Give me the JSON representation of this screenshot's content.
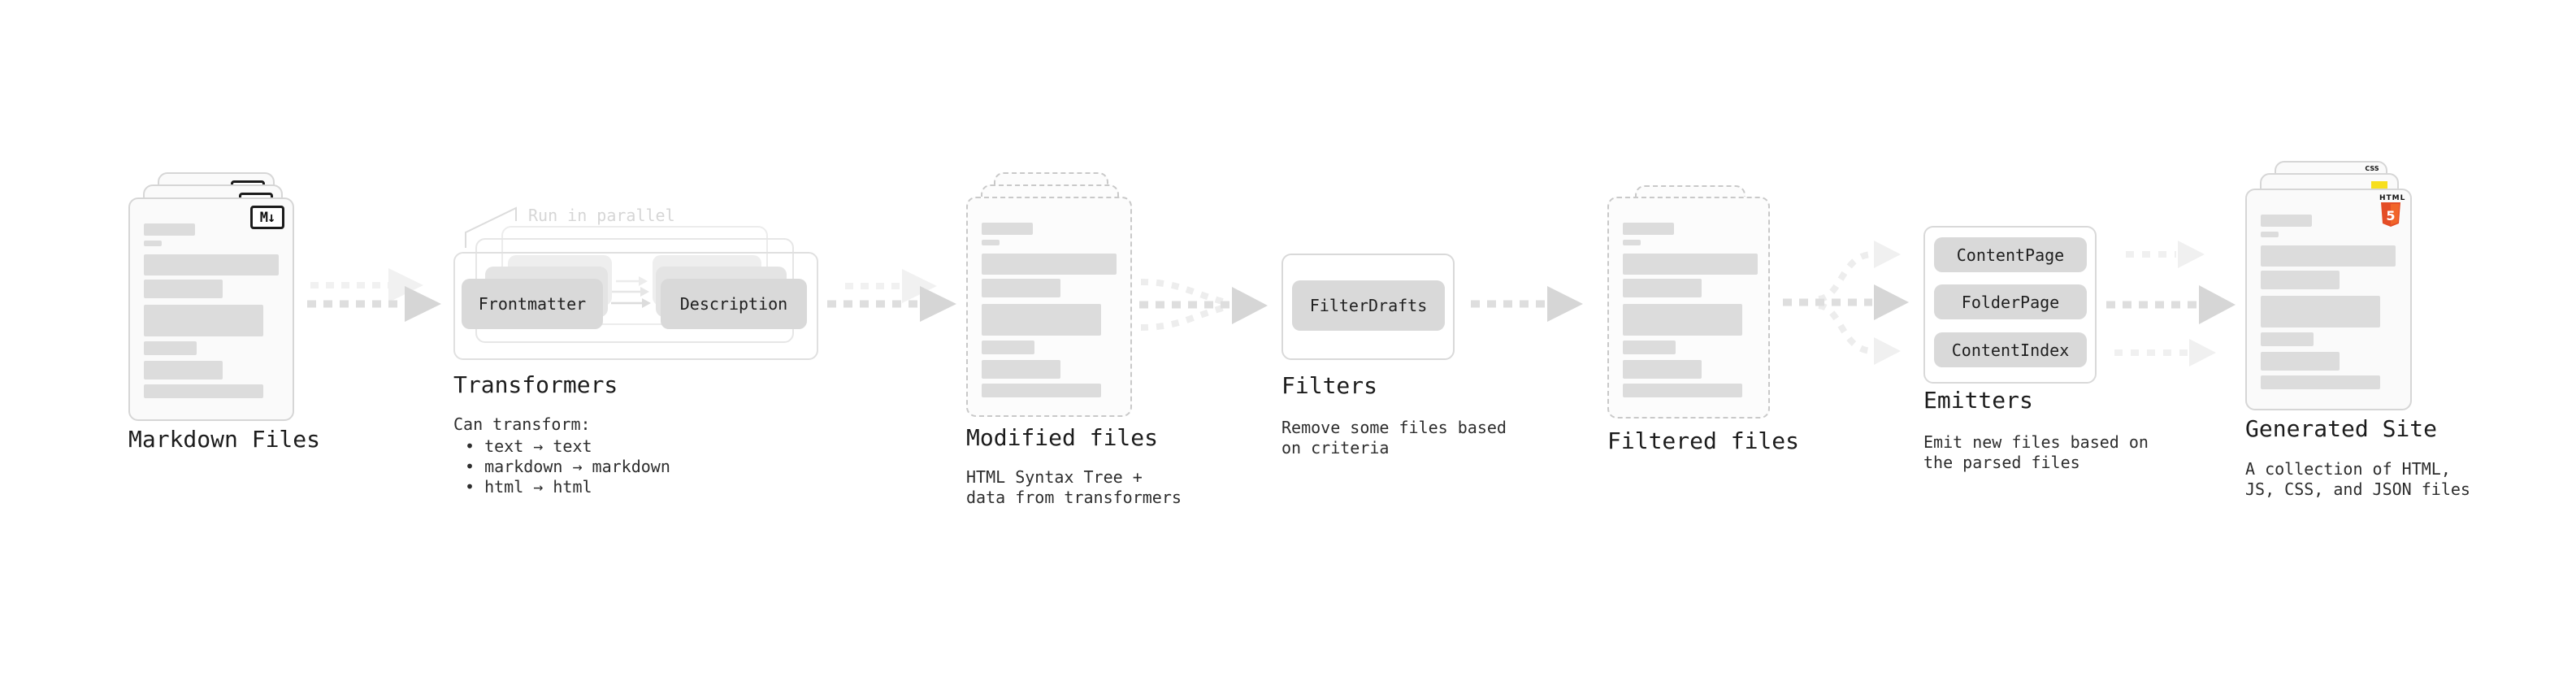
{
  "stations": {
    "markdown_files": {
      "title": "Markdown Files",
      "badge": "M↓"
    },
    "transformers": {
      "title": "Transformers",
      "parallel_label": "Run in parallel",
      "pill_frontmatter": "Frontmatter",
      "pill_description": "Description",
      "note_heading": "Can transform:",
      "bullet_text": "• text → text",
      "bullet_markdown": "• markdown → markdown",
      "bullet_html": "• html → html"
    },
    "modified_files": {
      "title": "Modified files",
      "desc_line1": "HTML Syntax Tree +",
      "desc_line2": "data from transformers"
    },
    "filters": {
      "title": "Filters",
      "pill_filterdrafts": "FilterDrafts",
      "desc_line1": "Remove some files based",
      "desc_line2": "on criteria"
    },
    "filtered_files": {
      "title": "Filtered files"
    },
    "emitters": {
      "title": "Emitters",
      "pill_contentpage": "ContentPage",
      "pill_folderpage": "FolderPage",
      "pill_contentindex": "ContentIndex",
      "desc_line1": "Emit new files based on",
      "desc_line2": "the parsed files"
    },
    "generated_site": {
      "title": "Generated Site",
      "desc_line1": "A collection of HTML,",
      "desc_line2": "JS, CSS, and JSON files",
      "badge_html_label": "HTML",
      "badge_html_number": "5",
      "badge_css_label": "CSS"
    }
  },
  "colors": {
    "html5_orange": "#e44d26",
    "html5_orange_light": "#f16529",
    "js_yellow": "#f7df1e",
    "css_blue": "#2c6bed",
    "skeleton_gray": "#dcdcdc",
    "arrow_gray": "#d6d6d6"
  }
}
